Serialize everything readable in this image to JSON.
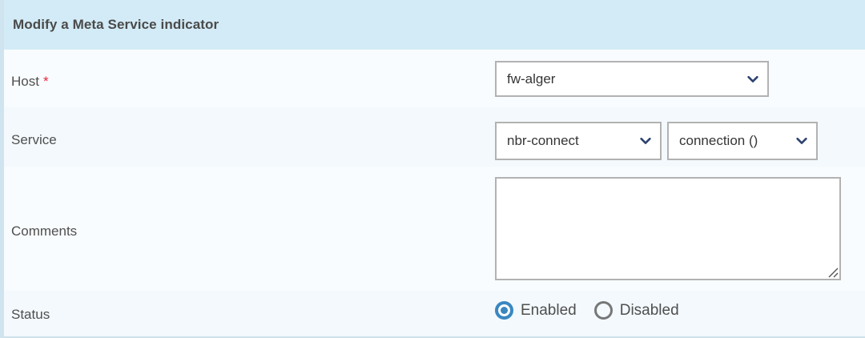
{
  "header": {
    "title": "Modify a Meta Service indicator"
  },
  "colors": {
    "header_background": "#d3ebf6",
    "row_shade_a": "#f3f9fd",
    "row_shade_b": "#f9fcfe",
    "required_star": "#e8243a",
    "chevron": "#2d4270",
    "radio_selected": "#3a87c0",
    "radio_unselected": "#777777",
    "input_border": "#b2b2b2"
  },
  "fields": {
    "host": {
      "label": "Host",
      "required_marker": "*",
      "select": {
        "value": "fw-alger",
        "icon": "chevron-down-icon"
      }
    },
    "service": {
      "label": "Service",
      "service_select": {
        "value": "nbr-connect",
        "icon": "chevron-down-icon"
      },
      "metric_select": {
        "value": "connection ()",
        "icon": "chevron-down-icon"
      }
    },
    "comments": {
      "label": "Comments",
      "value": "",
      "placeholder": ""
    },
    "status": {
      "label": "Status",
      "options": [
        {
          "label": "Enabled",
          "selected": true
        },
        {
          "label": "Disabled",
          "selected": false
        }
      ]
    }
  }
}
